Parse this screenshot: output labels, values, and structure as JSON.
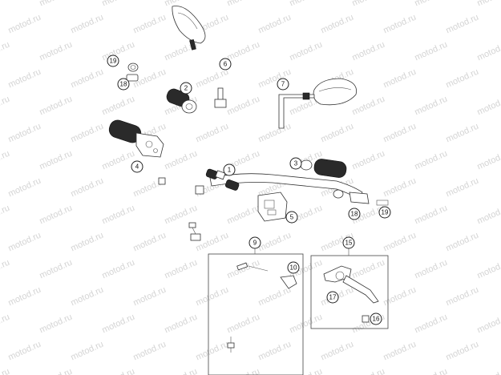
{
  "watermark": "motod.ru",
  "callouts": {
    "c1": "1",
    "c2": "2",
    "c3": "3",
    "c4": "4",
    "c5": "5",
    "c6": "6",
    "c7": "7",
    "c9": "9",
    "c10": "10",
    "c15": "15",
    "c16": "16",
    "c17": "17",
    "c18a": "18",
    "c18b": "18",
    "c19a": "19",
    "c19b": "19"
  }
}
